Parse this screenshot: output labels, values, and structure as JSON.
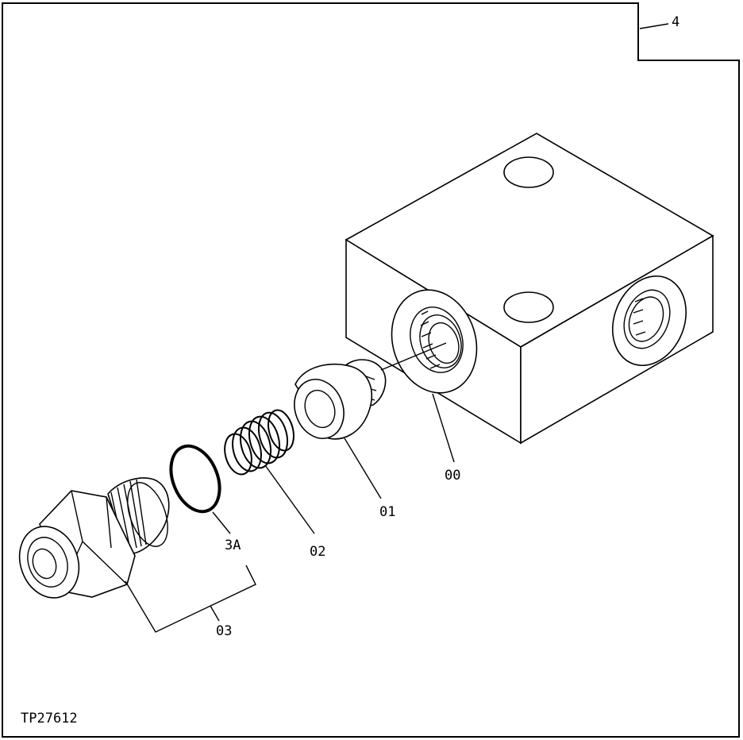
{
  "sheet_number": "4",
  "figure_id": "TP27612",
  "callouts": {
    "valve_block": "00",
    "valve_poppet": "01",
    "spring": "02",
    "o_ring": "3A",
    "plug_fitting": "03"
  }
}
